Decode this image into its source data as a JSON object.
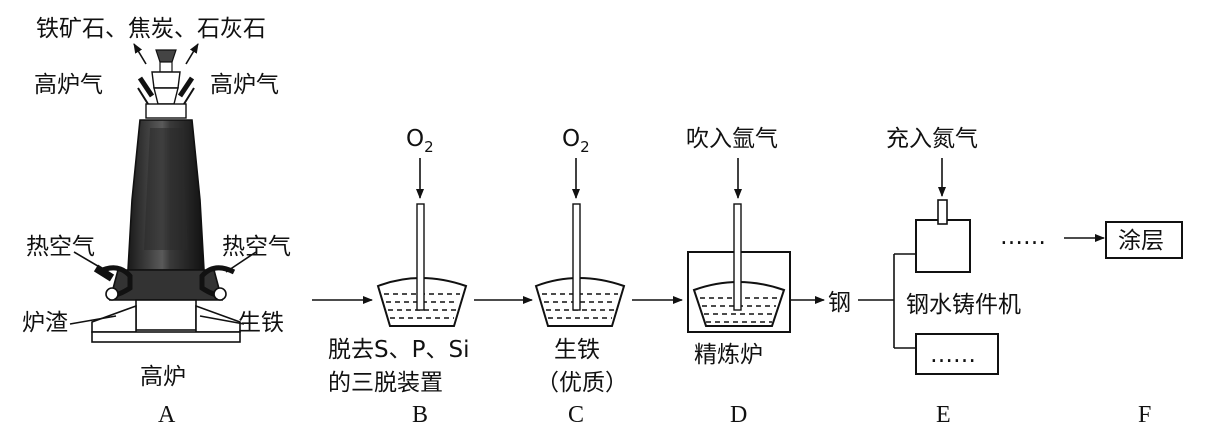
{
  "labels": {
    "top_materials": "铁矿石、焦炭、石灰石",
    "gas_left": "高炉气",
    "gas_right": "高炉气",
    "hot_air_left": "热空气",
    "hot_air_right": "热空气",
    "slag": "炉渣",
    "pig_iron": "生铁",
    "furnace": "高炉",
    "b_line1": "脱去S、P、Si",
    "b_line2": "的三脱装置",
    "c_line1": "生铁",
    "c_line2": "（优质）",
    "d_label": "精炼炉",
    "d_input": "吹入氩气",
    "e_input": "充入氮气",
    "steel": "钢",
    "e_label": "钢水铸件机",
    "e_dots": "……",
    "f_dots": "……",
    "coating": "涂层"
  },
  "oxygen": {
    "symbol": "O",
    "subscript": "2"
  },
  "letters": [
    "A",
    "B",
    "C",
    "D",
    "E",
    "F"
  ]
}
